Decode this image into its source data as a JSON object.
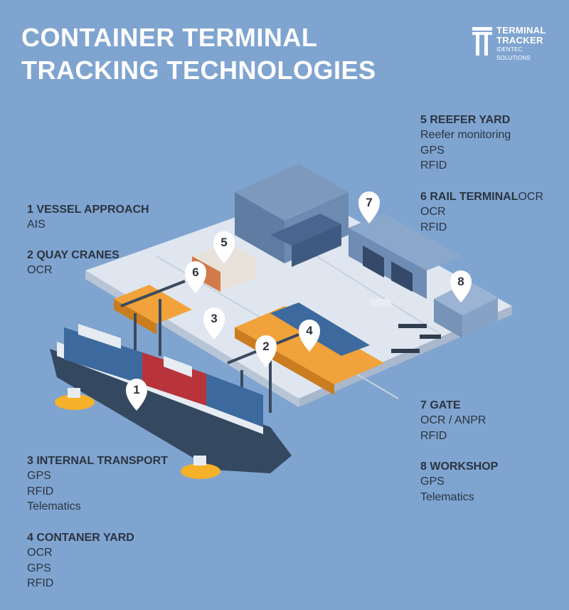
{
  "title": {
    "line1": "CONTAINER TERMINAL",
    "line2": "TRACKING TECHNOLOGIES"
  },
  "logo": {
    "line1": "TERMINAL",
    "line2": "TRACKER",
    "line3": "IDENTEC SOLUTIONS"
  },
  "sections": {
    "s1": {
      "heading": "1 VESSEL APPROACH",
      "items": [
        "AIS"
      ]
    },
    "s2": {
      "heading": "2 QUAY CRANES",
      "items": [
        "OCR"
      ]
    },
    "s3": {
      "heading": "3 INTERNAL TRANSPORT",
      "items": [
        "GPS",
        "RFID",
        "Telematics"
      ]
    },
    "s4": {
      "heading": "4 CONTANER YARD",
      "items": [
        "OCR",
        "GPS",
        "RFID"
      ]
    },
    "s5": {
      "heading": "5 REEFER YARD",
      "items": [
        "Reefer monitoring",
        "GPS",
        "RFID"
      ]
    },
    "s6": {
      "heading": "6 RAIL TERMINAL",
      "heading_tail": "OCR",
      "items": [
        "OCR",
        "RFID"
      ]
    },
    "s7": {
      "heading": "7 GATE",
      "items": [
        "OCR / ANPR",
        "RFID"
      ]
    },
    "s8": {
      "heading": "8 WORKSHOP",
      "items": [
        "GPS",
        "Telematics"
      ]
    }
  },
  "pins": [
    "1",
    "2",
    "3",
    "4",
    "5",
    "6",
    "7",
    "8"
  ],
  "colors": {
    "background": "#7fa4d0",
    "title": "#ffffff",
    "text": "#2b3440",
    "container_orange": "#f2a23a",
    "container_blue": "#3d6a9e",
    "container_red": "#b8343a",
    "hull": "#34485f",
    "tug_yellow": "#f5b12a"
  }
}
